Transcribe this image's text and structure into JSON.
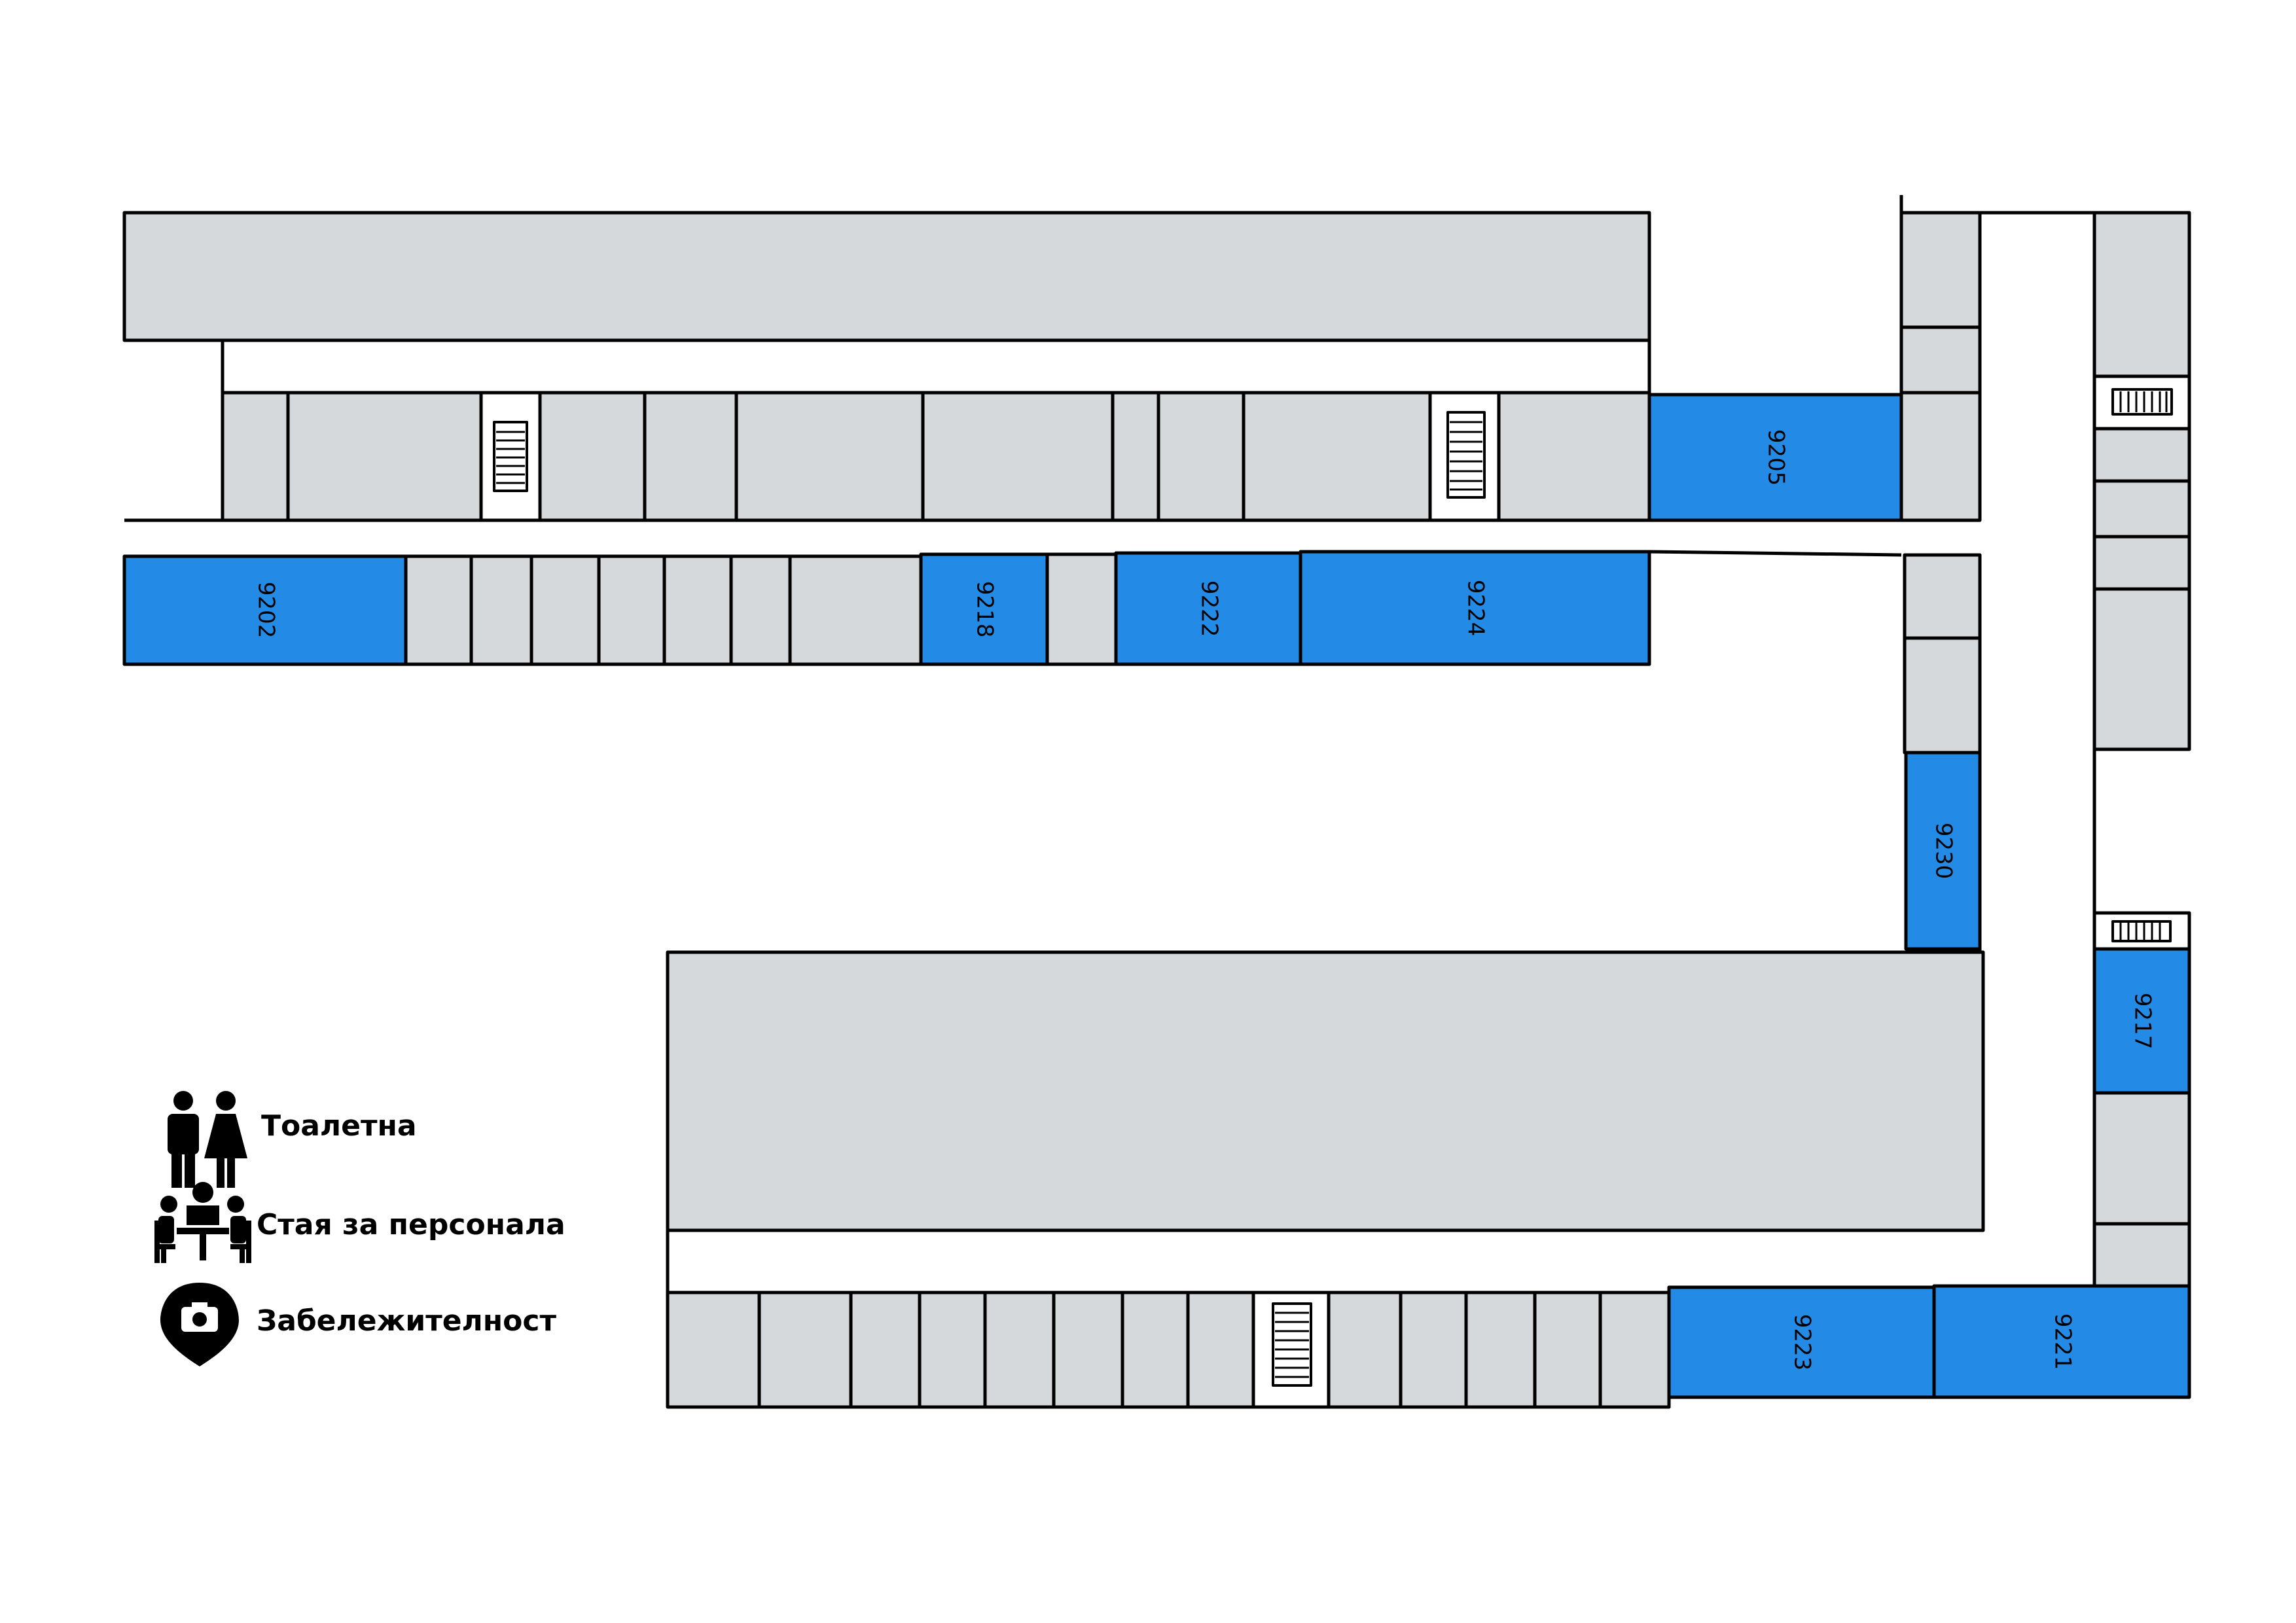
{
  "colors": {
    "room": "#d6d9dc",
    "highlight": "#238be6",
    "outline": "#000000",
    "corridor": "#ffffff"
  },
  "rooms": {
    "r9202": "9202",
    "r9205": "9205",
    "r9218": "9218",
    "r9222": "9222",
    "r9224": "9224",
    "r9230": "9230",
    "r9217": "9217",
    "r9223": "9223",
    "r9221": "9221"
  },
  "legend": {
    "toilet": {
      "icon": "toilet-icon",
      "label": "Тоалетна"
    },
    "staff_room": {
      "icon": "staff-room-icon",
      "label": "Стая за персонала"
    },
    "landmark": {
      "icon": "camera-pin-icon",
      "label": "Забележителност"
    }
  }
}
